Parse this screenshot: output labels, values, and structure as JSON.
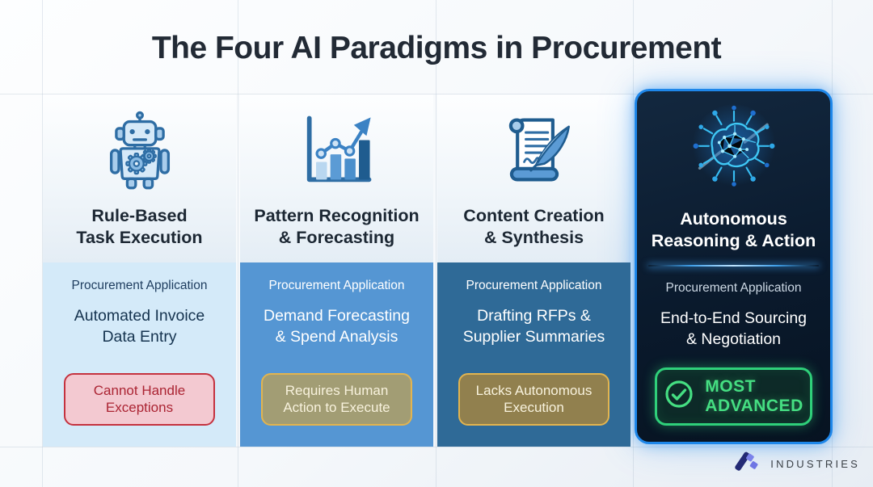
{
  "title": "The Four AI Paradigms in Procurement",
  "columns": [
    {
      "id": "rule-based-task-execution",
      "icon": "robot-icon",
      "heading": "Rule-Based\nTask Execution",
      "app_label": "Procurement Application",
      "application": "Automated Invoice\nData Entry",
      "badge": "Cannot Handle\nExceptions",
      "badge_type": "limitation-red",
      "panel_color": "#d4eaf9",
      "badge_border_color": "#c4323f"
    },
    {
      "id": "pattern-recognition-forecasting",
      "icon": "bar-chart-trend-icon",
      "heading": "Pattern Recognition\n& Forecasting",
      "app_label": "Procurement Application",
      "application": "Demand Forecasting\n& Spend Analysis",
      "badge": "Requires Human\nAction to Execute",
      "badge_type": "limitation-gold",
      "panel_color": "#5596d3",
      "badge_border_color": "#e2b44f"
    },
    {
      "id": "content-creation-synthesis",
      "icon": "scroll-quill-icon",
      "heading": "Content Creation\n& Synthesis",
      "app_label": "Procurement Application",
      "application": "Drafting RFPs &\nSupplier Summaries",
      "badge": "Lacks Autonomous\nExecution",
      "badge_type": "limitation-gold",
      "panel_color": "#2f6a97",
      "badge_border_color": "#e2b44f"
    },
    {
      "id": "autonomous-reasoning-action",
      "icon": "neural-brain-icon",
      "heading": "Autonomous\nReasoning & Action",
      "app_label": "Procurement Application",
      "application": "End-to-End Sourcing\n& Negotiation",
      "badge": "MOST\nADVANCED",
      "badge_type": "advanced-green",
      "panel_color": "#0a1a2d",
      "badge_border_color": "#2fd07a",
      "card_border_color": "#1e87ea"
    }
  ],
  "footer": {
    "brand": "INDUSTRIES"
  },
  "colors": {
    "title_text": "#222a35",
    "heading_text": "#1c2733",
    "green_badge_text": "#45de82",
    "red_badge_text": "#ab2433",
    "gold_badge_text": "#f8f2dd"
  }
}
